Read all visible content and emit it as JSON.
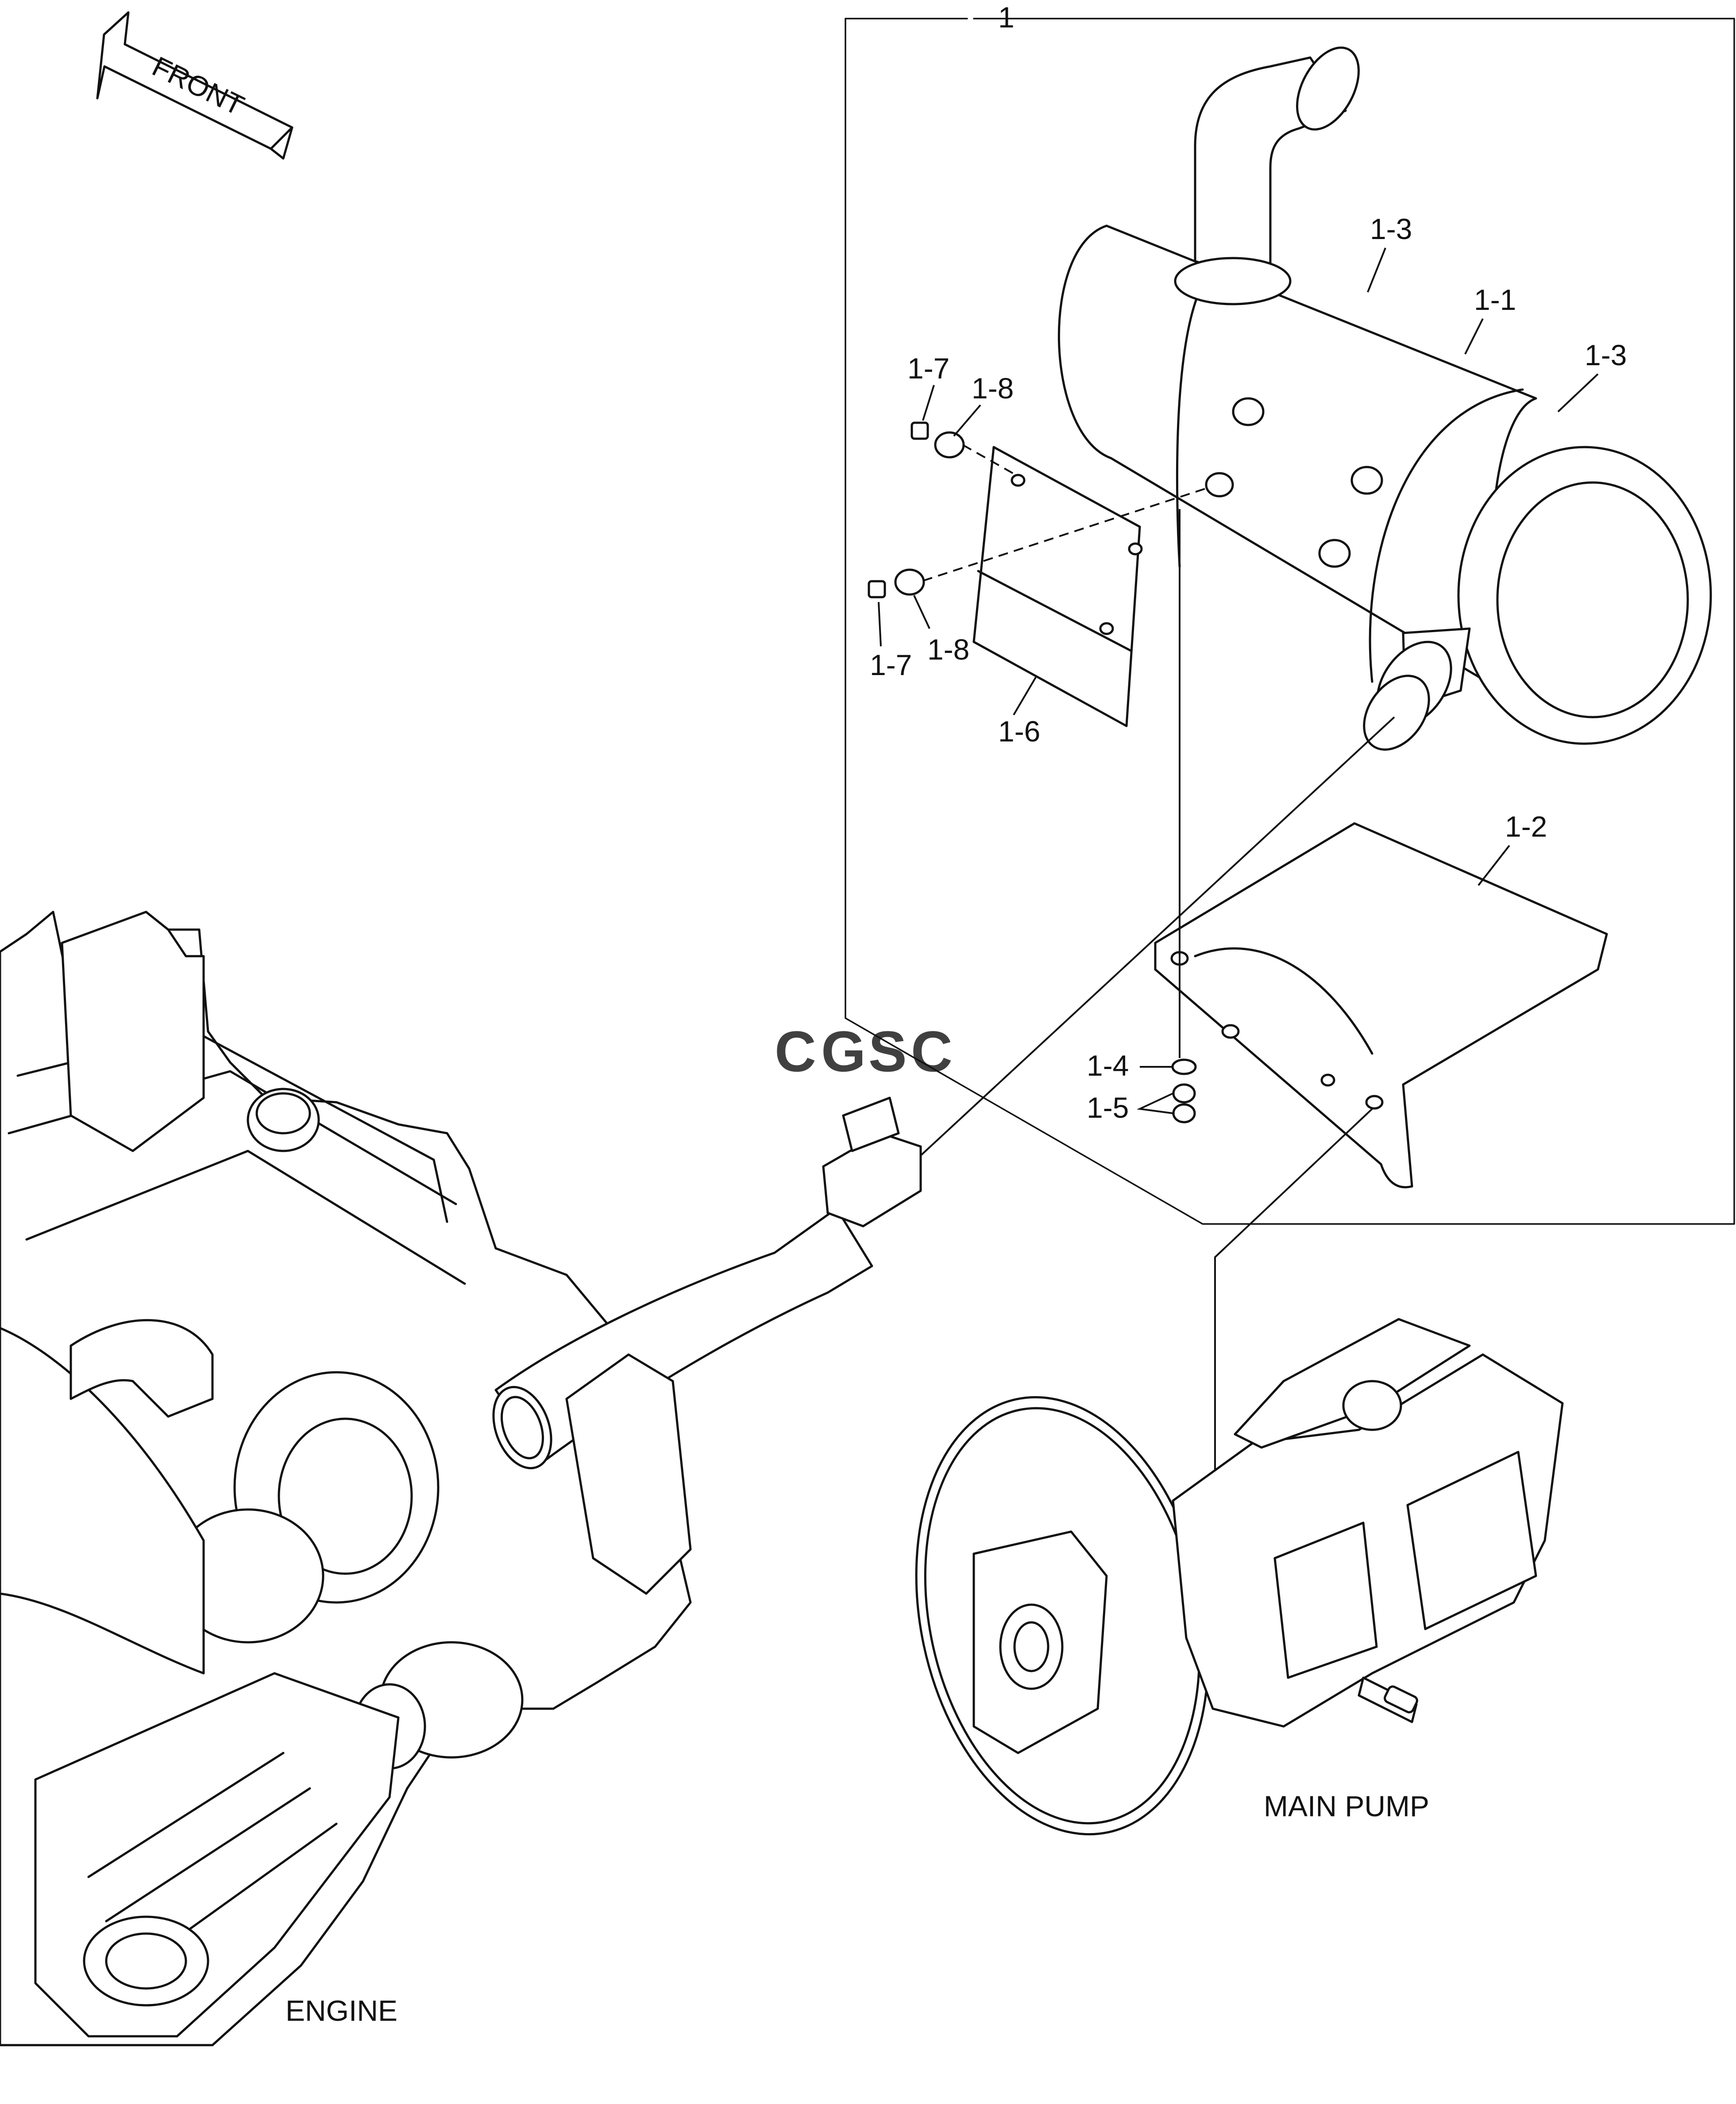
{
  "orientation": {
    "arrow_label": "FRONT"
  },
  "callouts": {
    "assembly": "1",
    "muffler": "1-1",
    "bracket_lower": "1-2",
    "band_upper": "1-3",
    "band_right": "1-3",
    "washer_1_4": "1-4",
    "nut_1_5": "1-5",
    "heat_shield": "1-6",
    "bolt_upper": "1-7",
    "washer_upper": "1-8",
    "bolt_lower": "1-7",
    "washer_lower": "1-8"
  },
  "components": {
    "engine": "ENGINE",
    "main_pump": "MAIN PUMP"
  },
  "watermark": {
    "text": "CGSC",
    "colors": [
      "#4a86e8",
      "#e06666",
      "#f1c232",
      "#6aa84f"
    ]
  }
}
